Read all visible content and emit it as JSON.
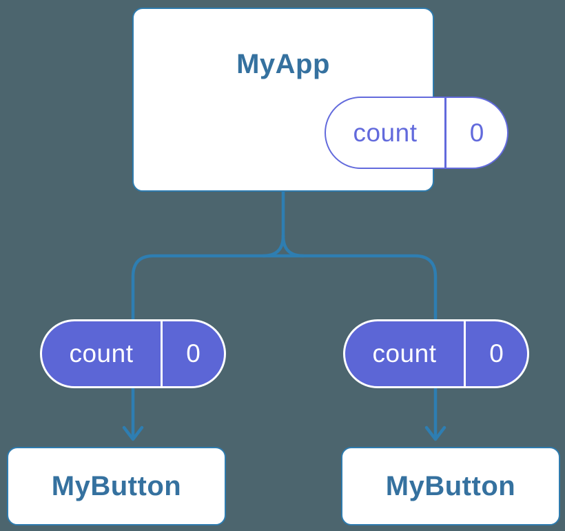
{
  "colors": {
    "background": "#4C656E",
    "card_bg": "#FFFFFF",
    "card_border": "#2E7BAE",
    "title_text": "#35719F",
    "connector": "#2E7EB2",
    "pill_fill": "#5C66D6",
    "pill_outline": "#626ADC",
    "pill_text_light": "#FFFFFF"
  },
  "diagram": {
    "type": "component-state-tree",
    "root": {
      "title": "MyApp",
      "state": {
        "name": "count",
        "value": "0"
      }
    },
    "children": [
      {
        "title": "MyButton",
        "state": {
          "name": "count",
          "value": "0"
        }
      },
      {
        "title": "MyButton",
        "state": {
          "name": "count",
          "value": "0"
        }
      }
    ]
  }
}
